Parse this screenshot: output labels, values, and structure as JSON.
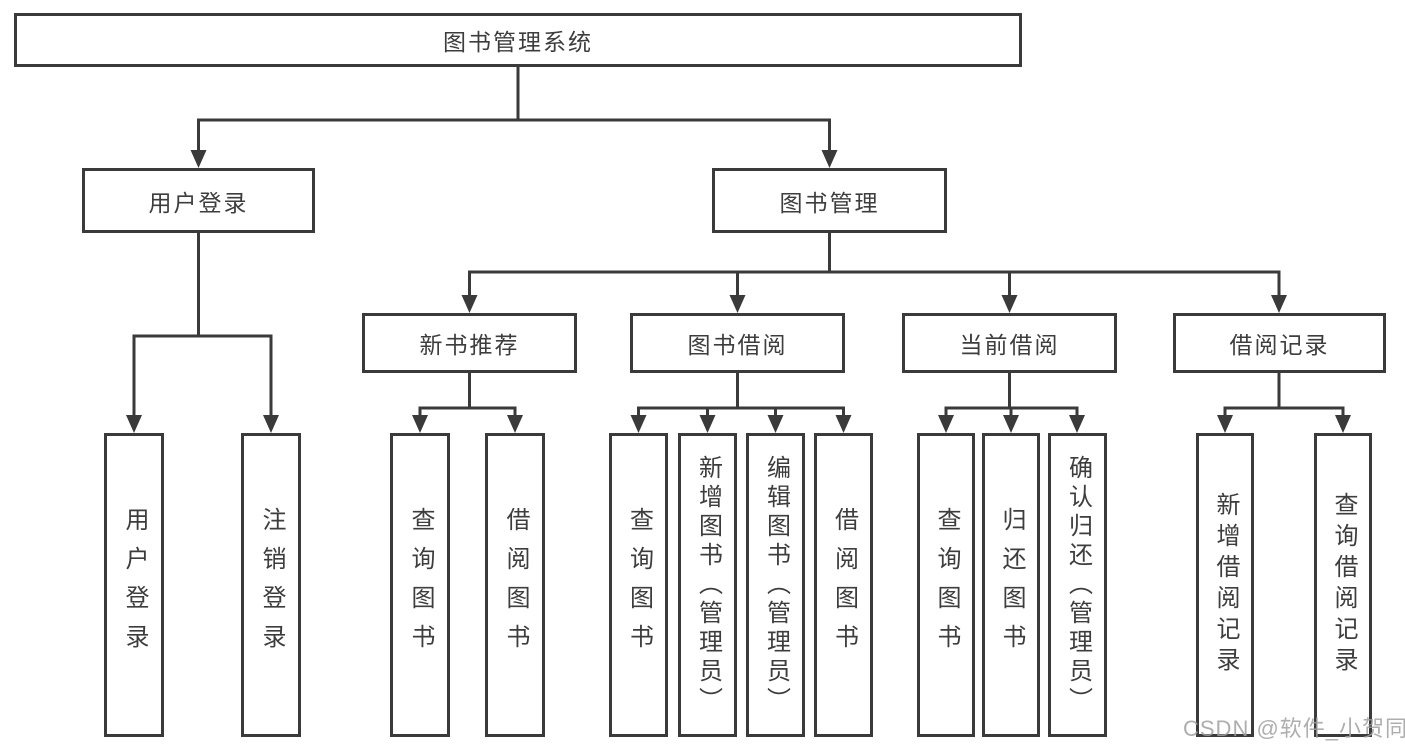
{
  "colors": {
    "line": "#3a3a3a",
    "text": "#3d3d3d",
    "background": "#ffffff",
    "watermark": "#a0a0a0"
  },
  "watermark": "CSDN @软件_小贺同学",
  "tree": {
    "label": "图书管理系统",
    "children": [
      {
        "label": "用户登录",
        "children": [
          {
            "label": "用户登录"
          },
          {
            "label": "注销登录"
          }
        ]
      },
      {
        "label": "图书管理",
        "children": [
          {
            "label": "新书推荐",
            "children": [
              {
                "label": "查询图书"
              },
              {
                "label": "借阅图书"
              }
            ]
          },
          {
            "label": "图书借阅",
            "children": [
              {
                "label": "查询图书"
              },
              {
                "label": "新增图书（管理员）"
              },
              {
                "label": "编辑图书（管理员）"
              },
              {
                "label": "借阅图书"
              }
            ]
          },
          {
            "label": "当前借阅",
            "children": [
              {
                "label": "查询图书"
              },
              {
                "label": "归还图书"
              },
              {
                "label": "确认归还（管理员）"
              }
            ]
          },
          {
            "label": "借阅记录",
            "children": [
              {
                "label": "新增借阅记录"
              },
              {
                "label": "查询借阅记录"
              }
            ]
          }
        ]
      }
    ]
  }
}
